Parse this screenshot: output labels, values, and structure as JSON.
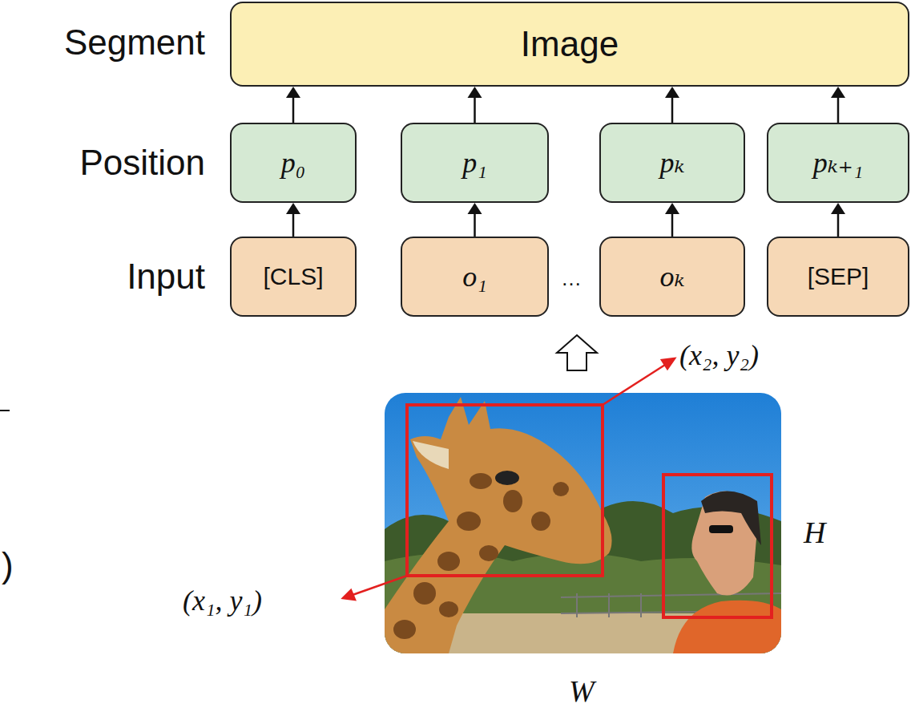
{
  "diagram": {
    "nodes": [
      {
        "text": [
          "Image"
        ]
      },
      {
        "text": [
          "p₀"
        ]
      },
      {
        "text": [
          "p₁"
        ]
      },
      {
        "text": [
          "pₖ"
        ]
      },
      {
        "text": [
          "pₖ₊₁"
        ]
      },
      {
        "text": [
          "[CLS]"
        ]
      },
      {
        "text": [
          "o₁"
        ]
      },
      {
        "text": [
          "oₖ"
        ]
      },
      {
        "text": [
          "[SEP]"
        ]
      }
    ],
    "edges": [
      {
        "from": 5,
        "to": 1,
        "arrow": "to"
      },
      {
        "from": 6,
        "to": 2,
        "arrow": "to"
      },
      {
        "from": 7,
        "to": 3,
        "arrow": "to"
      },
      {
        "from": 8,
        "to": 4,
        "arrow": "to"
      },
      {
        "from": 1,
        "to": 0,
        "arrow": "to"
      },
      {
        "from": 2,
        "to": 0,
        "arrow": "to"
      },
      {
        "from": 3,
        "to": 0,
        "arrow": "to"
      },
      {
        "from": 4,
        "to": 0,
        "arrow": "to"
      }
    ],
    "labels": [
      "Segment",
      "Position",
      "Input",
      "…",
      "(x₂, y₂)",
      "(x₁, y₁)",
      "H",
      "W",
      ")"
    ]
  }
}
